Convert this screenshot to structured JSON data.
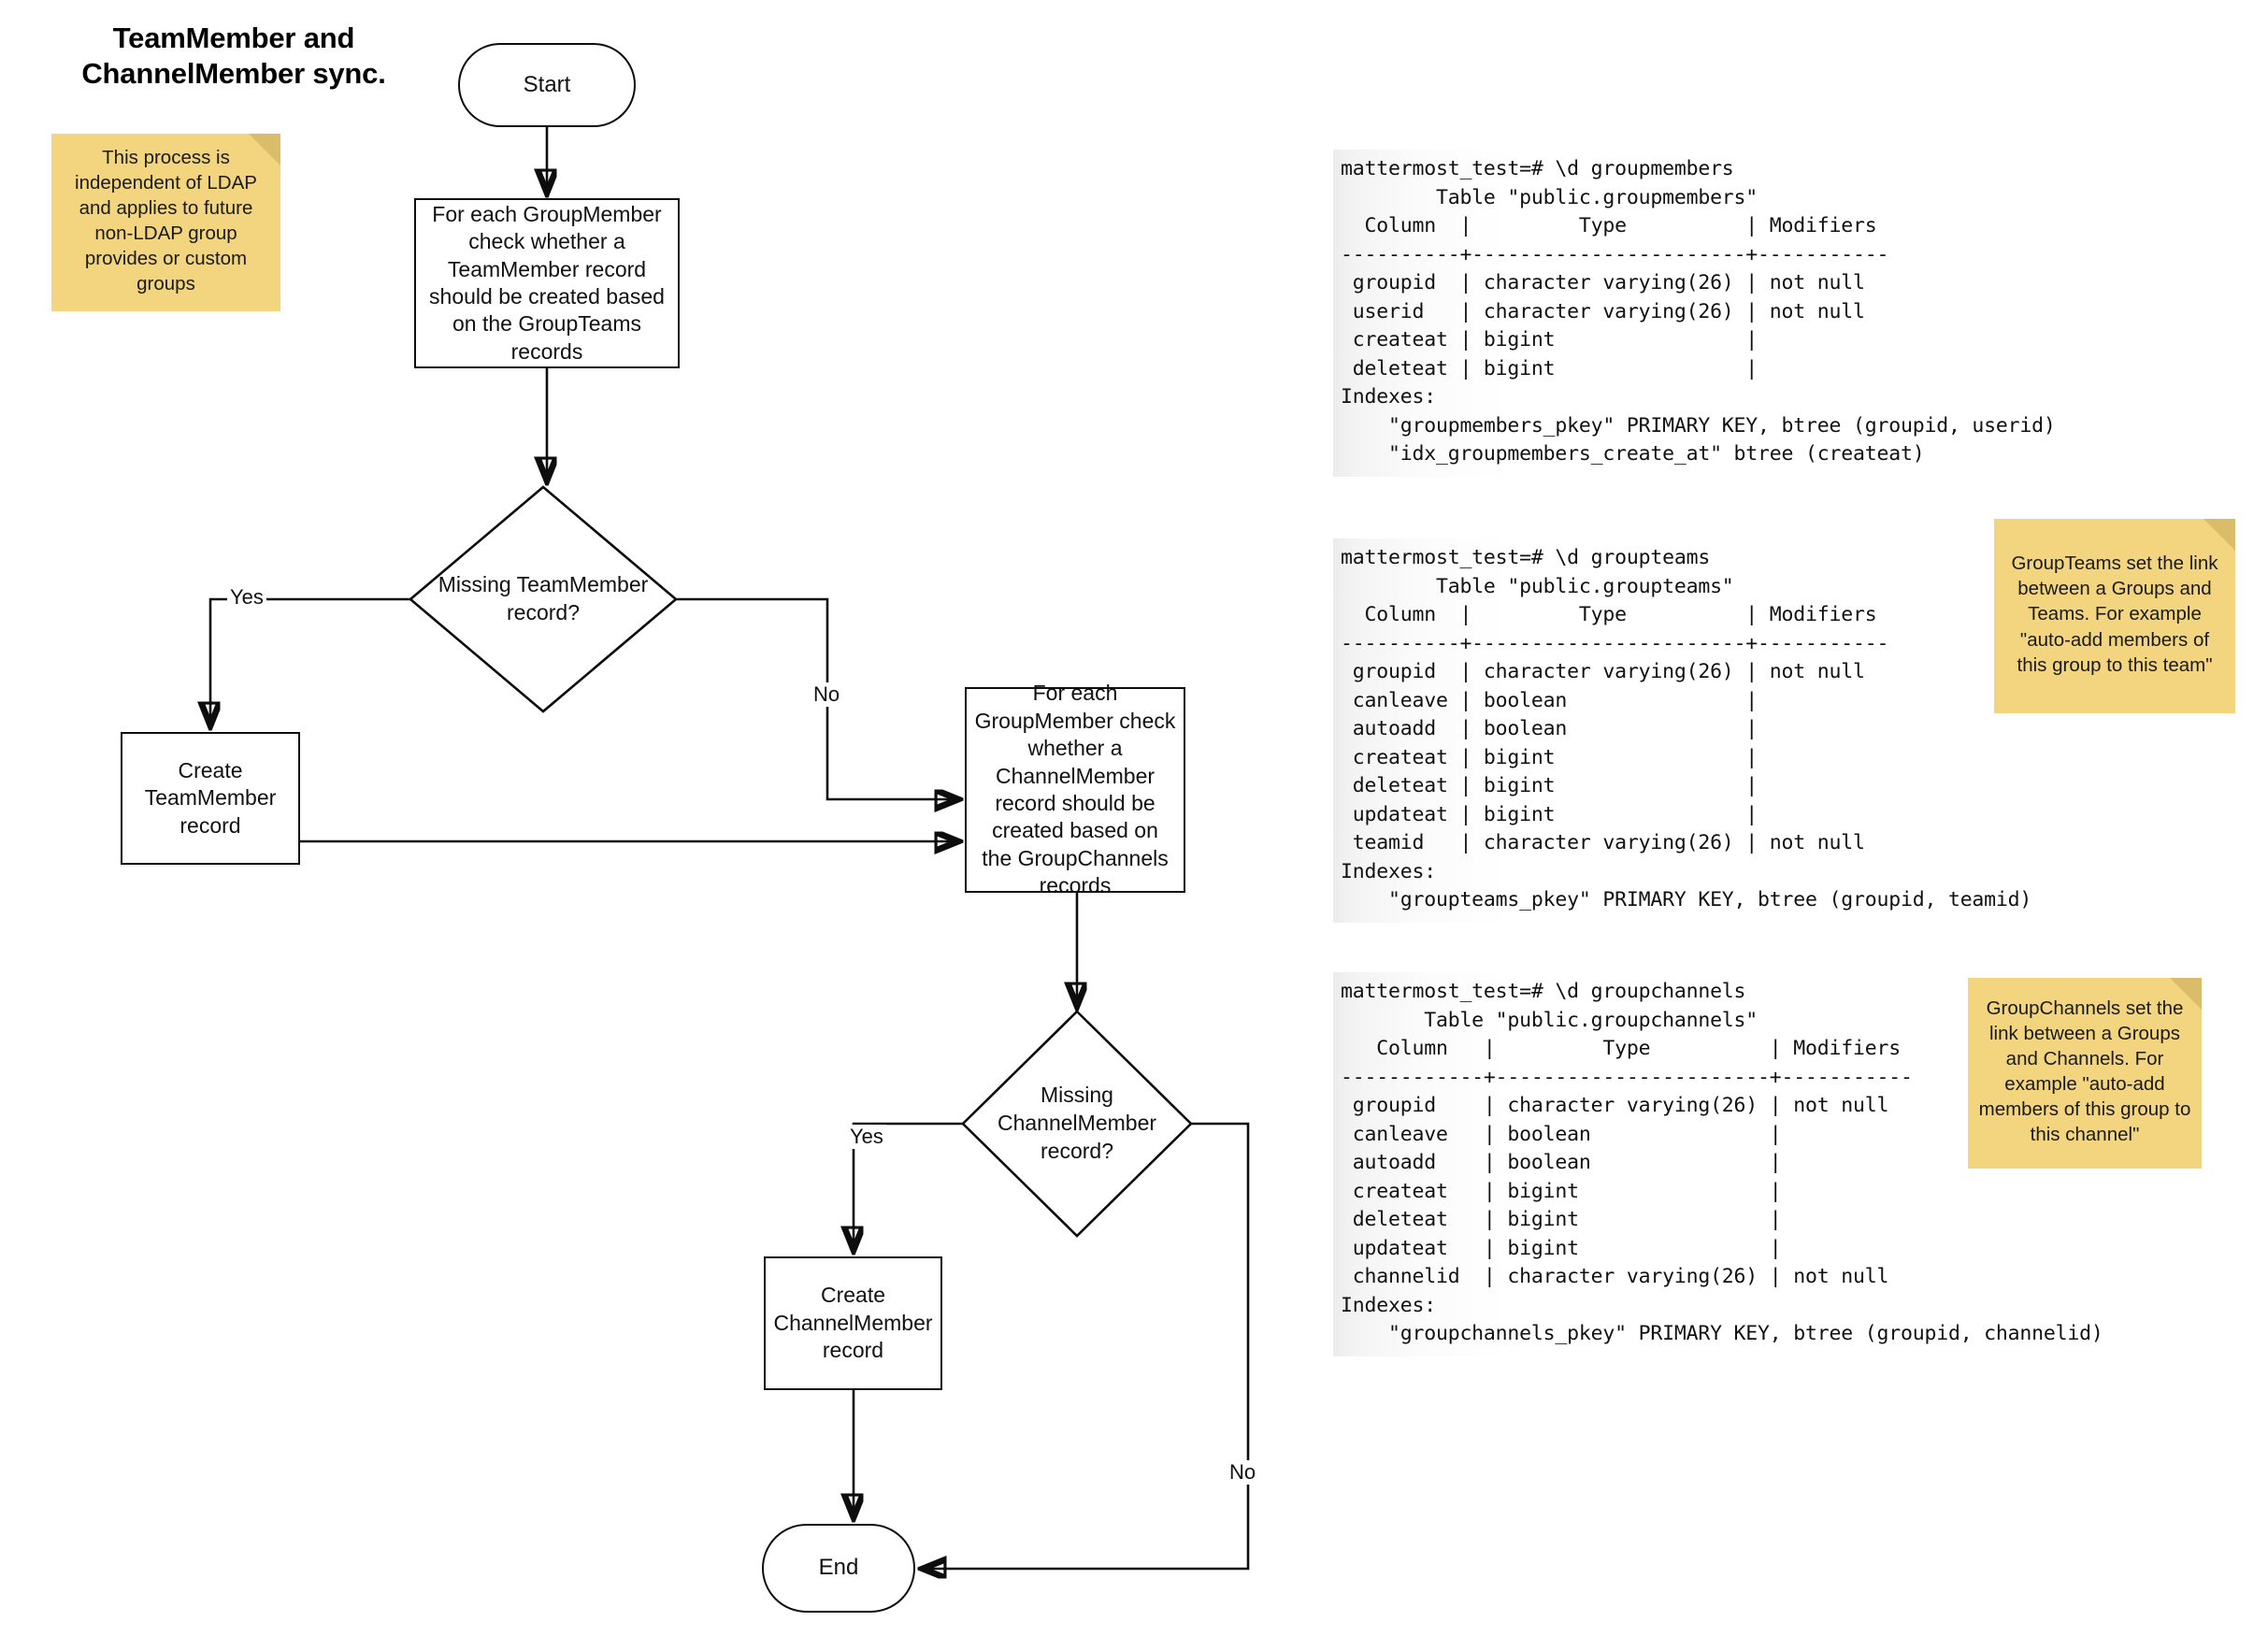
{
  "title": "TeamMember and\nChannelMember sync.",
  "notes": {
    "ldap": "This process is independent of LDAP and applies to future non-LDAP group provides or custom groups",
    "groupteams": "GroupTeams set the link between a Groups and Teams. For example \"auto-add members of this group to this team\"",
    "groupchannels": "GroupChannels set the link between a Groups and Channels. For example \"auto-add members of this group to this channel\""
  },
  "flow": {
    "start": "Start",
    "step_teammember": "For each GroupMember check whether a TeamMember record should be created based on the GroupTeams records",
    "decision_teammember": "Missing TeamMember record?",
    "create_teammember": "Create TeamMember record",
    "step_channelmember": "For each GroupMember check whether a ChannelMember record should be created based on the GroupChannels records",
    "decision_channelmember": "Missing ChannelMember record?",
    "create_channelmember": "Create ChannelMember record",
    "end": "End",
    "labels": {
      "yes1": "Yes",
      "no1": "No",
      "yes2": "Yes",
      "no2": "No"
    }
  },
  "terminals": {
    "groupmembers": "mattermost_test=# \\d groupmembers\n        Table \"public.groupmembers\"\n  Column  |         Type          | Modifiers \n----------+-----------------------+-----------\n groupid  | character varying(26) | not null\n userid   | character varying(26) | not null\n createat | bigint                |\n deleteat | bigint                |\nIndexes:\n    \"groupmembers_pkey\" PRIMARY KEY, btree (groupid, userid)\n    \"idx_groupmembers_create_at\" btree (createat)",
    "groupteams": "mattermost_test=# \\d groupteams\n        Table \"public.groupteams\"\n  Column  |         Type          | Modifiers \n----------+-----------------------+-----------\n groupid  | character varying(26) | not null\n canleave | boolean               |\n autoadd  | boolean               |\n createat | bigint                |\n deleteat | bigint                |\n updateat | bigint                |\n teamid   | character varying(26) | not null\nIndexes:\n    \"groupteams_pkey\" PRIMARY KEY, btree (groupid, teamid)",
    "groupchannels": "mattermost_test=# \\d groupchannels\n       Table \"public.groupchannels\"\n   Column   |         Type          | Modifiers \n------------+-----------------------+-----------\n groupid    | character varying(26) | not null\n canleave   | boolean               |\n autoadd    | boolean               |\n createat   | bigint                |\n deleteat   | bigint                |\n updateat   | bigint                |\n channelid  | character varying(26) | not null\nIndexes:\n    \"groupchannels_pkey\" PRIMARY KEY, btree (groupid, channelid)"
  },
  "colors": {
    "sticky_fill": "#f2d57e",
    "sticky_fold": "#d9bd6a",
    "stroke": "#0d0d0d",
    "node_fill": "#ffffff",
    "terminal_bg": "#f0f0f0"
  }
}
